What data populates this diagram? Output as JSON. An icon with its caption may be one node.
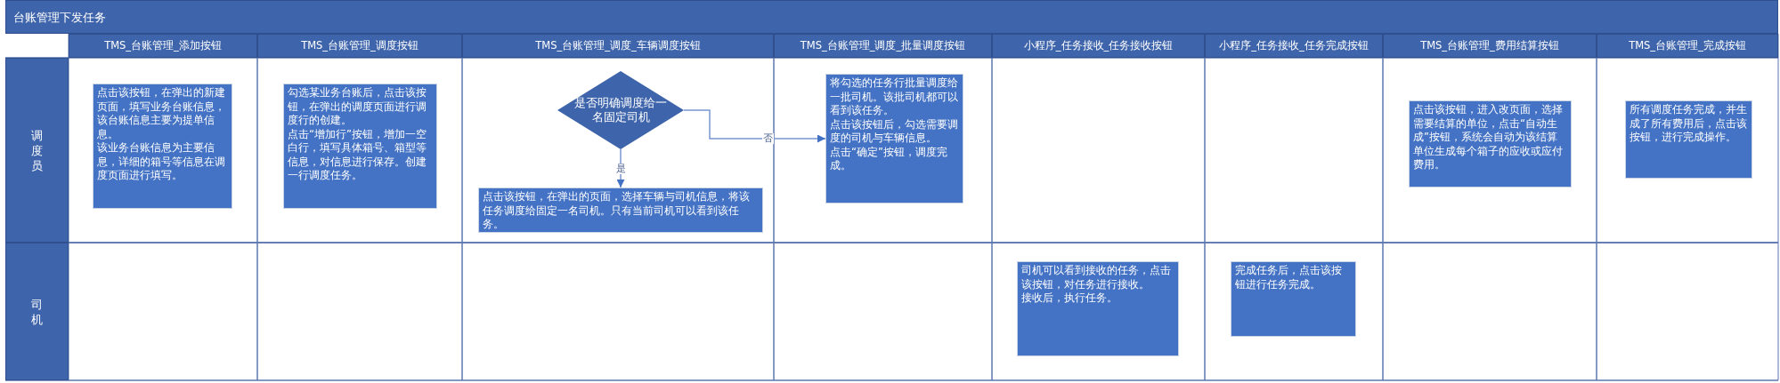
{
  "diagram": {
    "title": "台账管理下发任务",
    "nodes": [
      {
        "text": [
          "TMS_台账管理_添加按钮"
        ]
      },
      {
        "text": [
          "TMS_台账管理_调度按钮"
        ]
      },
      {
        "text": [
          "TMS_台账管理_调度_车辆调度按钮"
        ]
      },
      {
        "text": [
          "TMS_台账管理_调度_批量调度按钮"
        ]
      },
      {
        "text": [
          "小程序_任务接收_任务接收按钮"
        ]
      },
      {
        "text": [
          "小程序_任务接收_任务完成按钮"
        ]
      },
      {
        "text": [
          "TMS_台账管理_费用结算按钮"
        ]
      },
      {
        "text": [
          "TMS_台账管理_完成按钮"
        ]
      },
      {
        "text": [
          "调度员"
        ]
      },
      {
        "text": [
          "司机"
        ]
      },
      {
        "text": [
          "点击该按钮，在弹出的新建页面，填写业务台账信息，该台账信息主要为提单信息。",
          "该业务台账信息为主要信息，详细的箱号等信息在调度页面进行填写。"
        ]
      },
      {
        "text": [
          "勾选某业务台账后，点击该按钮，在弹出的调度页面进行调度行的创建。",
          "点击“增加行”按钮，增加一空白行，填写具体箱号、箱型等信息，对信息进行保存。创建一行调度任务。"
        ]
      },
      {
        "text": [
          "是否明确调度给一名固定司机"
        ]
      },
      {
        "text": [
          "点击该按钮，在弹出的页面，选择车辆与司机信息，将该任务调度给固定一名司机。只有当前司机可以看到该任务。"
        ]
      },
      {
        "text": [
          "将勾选的任务行批量调度给一批司机。该批司机都可以看到该任务。",
          "点击该按钮后，勾选需要调度的司机与车辆信息。",
          "点击“确定”按钮，调度完成。"
        ]
      },
      {
        "text": [
          "点击该按钮，进入改页面，选择需要结算的单位，点击“自动生成”按钮，系统会自动为该结算单位生成每个箱子的应收或应付费用。"
        ]
      },
      {
        "text": [
          "所有调度任务完成，并生成了所有费用后，点击该按钮，进行完成操作。"
        ]
      },
      {
        "text": [
          "司机可以看到接收的任务，点击该按钮，对任务进行接收。",
          "接收后，执行任务。"
        ]
      },
      {
        "text": [
          "完成任务后，点击该按钮进行任务完成。"
        ]
      }
    ],
    "edges": [
      {
        "from": 12,
        "to": 13,
        "arrow": "to",
        "label": "是"
      },
      {
        "from": 12,
        "to": 14,
        "arrow": "to",
        "label": "否"
      }
    ]
  }
}
